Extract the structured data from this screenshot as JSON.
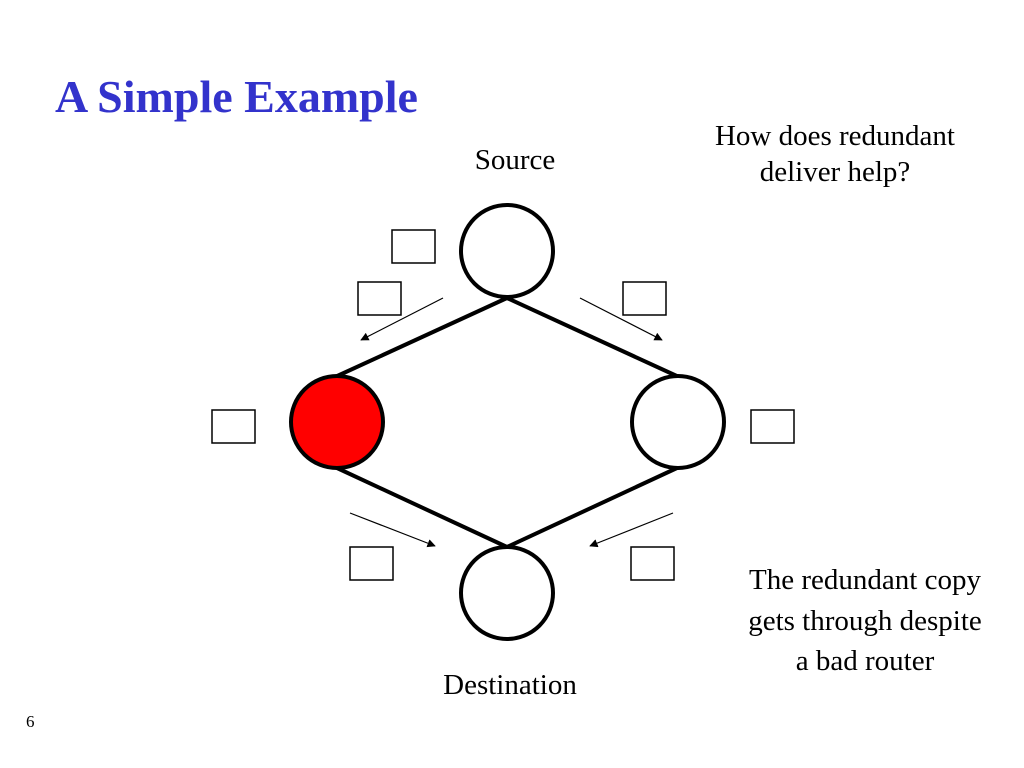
{
  "title": "A Simple Example",
  "question": "How does redundant deliver help?",
  "source_label": "Source",
  "destination_label": "Destination",
  "explanation": "The redundant copy gets through despite a bad router",
  "slide_number": "6",
  "diagram": {
    "nodes": [
      {
        "id": "source",
        "color": "#ffffff"
      },
      {
        "id": "left-router",
        "color": "#ff0000",
        "status": "bad router"
      },
      {
        "id": "right-router",
        "color": "#ffffff"
      },
      {
        "id": "destination",
        "color": "#ffffff"
      }
    ],
    "links": [
      [
        "source",
        "left-router"
      ],
      [
        "source",
        "right-router"
      ],
      [
        "left-router",
        "destination"
      ],
      [
        "right-router",
        "destination"
      ]
    ],
    "colors": {
      "title": "#3333cc",
      "bad_router": "#ff0000"
    }
  }
}
